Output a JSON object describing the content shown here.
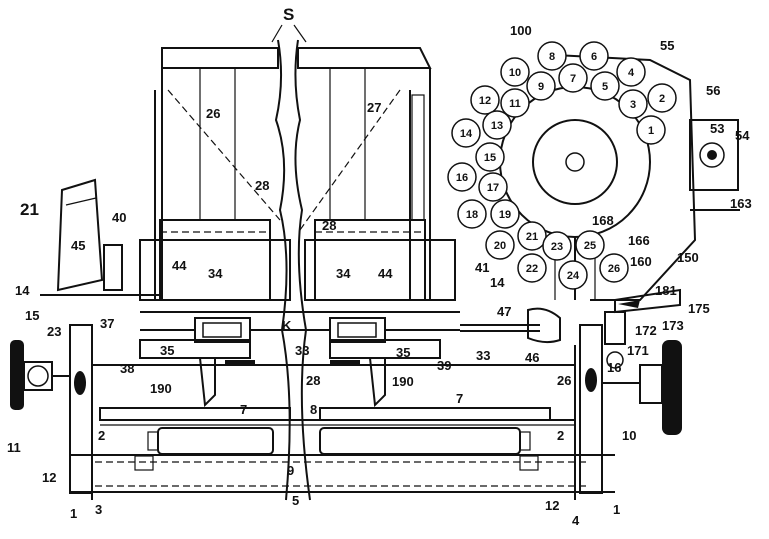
{
  "colors": {
    "ink": "#111111",
    "paper": "#ffffff"
  },
  "labels": {
    "S": "S",
    "K": "K",
    "n1": "1",
    "n2": "2",
    "n3": "3",
    "n4": "4",
    "n5": "5",
    "n7": "7",
    "n8": "8",
    "n9": "9",
    "n10": "10",
    "n11": "11",
    "n12": "12",
    "n14": "14",
    "n15": "15",
    "n16": "16",
    "n21": "21",
    "n23": "23",
    "n26": "26",
    "n27": "27",
    "n28": "28",
    "n33": "33",
    "n34": "34",
    "n35": "35",
    "n37": "37",
    "n38": "38",
    "n39": "39",
    "n40": "40",
    "n41": "41",
    "n44": "44",
    "n45": "45",
    "n46": "46",
    "n47": "47",
    "n53": "53",
    "n54": "54",
    "n55": "55",
    "n56": "56",
    "n100": "100",
    "n150": "150",
    "n160": "160",
    "n163": "163",
    "n166": "166",
    "n168": "168",
    "n171": "171",
    "n172": "172",
    "n173": "173",
    "n175": "175",
    "n181": "181",
    "n190": "190"
  },
  "magazine_numbers": [
    "1",
    "2",
    "3",
    "4",
    "5",
    "6",
    "7",
    "8",
    "9",
    "10",
    "11",
    "12",
    "13",
    "14",
    "15",
    "16",
    "17",
    "18",
    "19",
    "20",
    "21",
    "22",
    "23",
    "24",
    "25",
    "26"
  ]
}
